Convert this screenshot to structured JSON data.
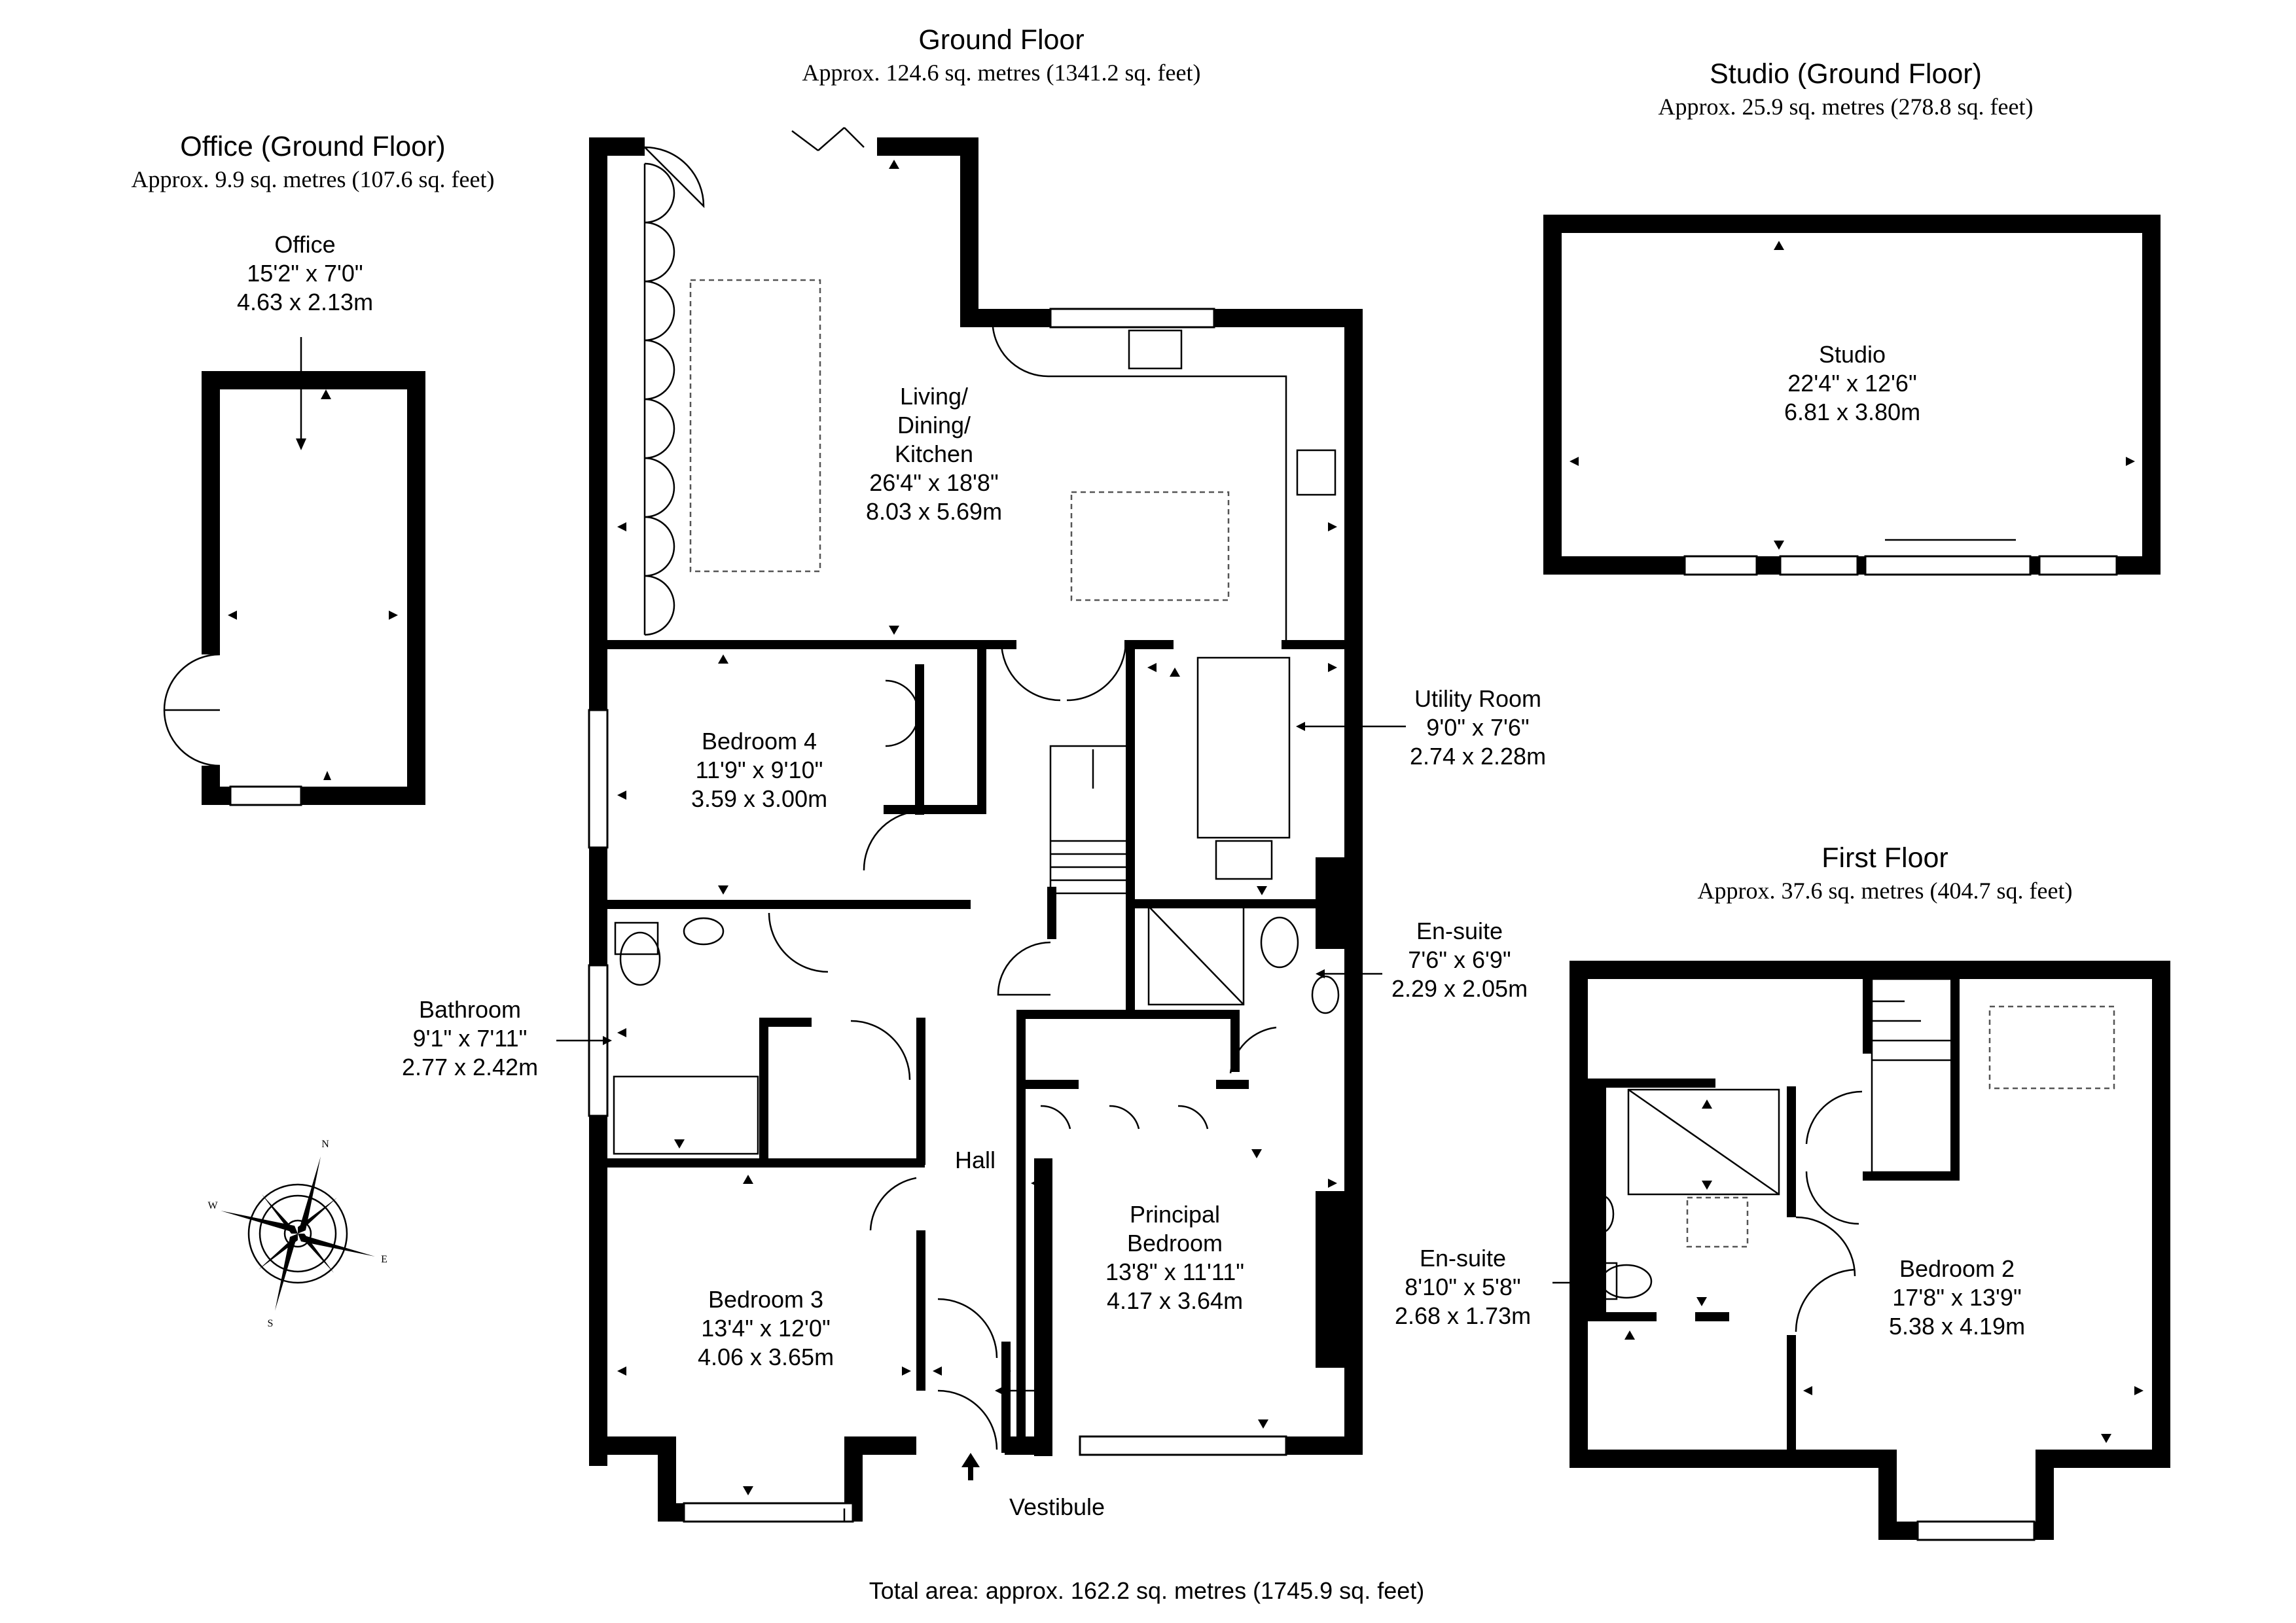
{
  "ground_floor": {
    "title": "Ground Floor",
    "area": "Approx. 124.6 sq. metres (1341.2 sq. feet)"
  },
  "office_section": {
    "title": "Office (Ground Floor)",
    "area": "Approx. 9.9 sq. metres (107.6 sq. feet)"
  },
  "studio_section": {
    "title": "Studio (Ground Floor)",
    "area": "Approx. 25.9 sq. metres (278.8 sq. feet)"
  },
  "first_floor": {
    "title": "First Floor",
    "area": "Approx. 37.6 sq. metres (404.7 sq. feet)"
  },
  "rooms": {
    "office": {
      "name": "Office",
      "imperial": "15'2\" x 7'0\"",
      "metric": "4.63 x 2.13m"
    },
    "studio": {
      "name": "Studio",
      "imperial": "22'4\" x 12'6\"",
      "metric": "6.81 x 3.80m"
    },
    "living": {
      "name_lines": [
        "Living/",
        "Dining/",
        "Kitchen"
      ],
      "imperial": "26'4\" x 18'8\"",
      "metric": "8.03 x 5.69m"
    },
    "bedroom4": {
      "name": "Bedroom 4",
      "imperial": "11'9\" x 9'10\"",
      "metric": "3.59 x 3.00m"
    },
    "utility": {
      "name": "Utility Room",
      "imperial": "9'0\" x 7'6\"",
      "metric": "2.74 x 2.28m"
    },
    "ensuite_ground": {
      "name": "En-suite",
      "imperial": "7'6\" x 6'9\"",
      "metric": "2.29 x 2.05m"
    },
    "bathroom": {
      "name": "Bathroom",
      "imperial": "9'1\" x 7'11\"",
      "metric": "2.77 x 2.42m"
    },
    "hall": {
      "name": "Hall"
    },
    "principal": {
      "name_lines": [
        "Principal",
        "Bedroom"
      ],
      "imperial": "13'8\" x 11'11\"",
      "metric": "4.17 x 3.64m"
    },
    "bedroom3": {
      "name": "Bedroom 3",
      "imperial": "13'4\" x 12'0\"",
      "metric": "4.06 x 3.65m"
    },
    "vestibule": {
      "name": "Vestibule"
    },
    "ensuite_first": {
      "name": "En-suite",
      "imperial": "8'10\" x 5'8\"",
      "metric": "2.68 x 1.73m"
    },
    "bedroom2": {
      "name": "Bedroom 2",
      "imperial": "17'8\" x 13'9\"",
      "metric": "5.38 x 4.19m"
    }
  },
  "compass": {
    "labels": [
      "N",
      "E",
      "S",
      "W"
    ]
  },
  "total_area": "Total area: approx. 162.2 sq. metres (1745.9 sq. feet)"
}
